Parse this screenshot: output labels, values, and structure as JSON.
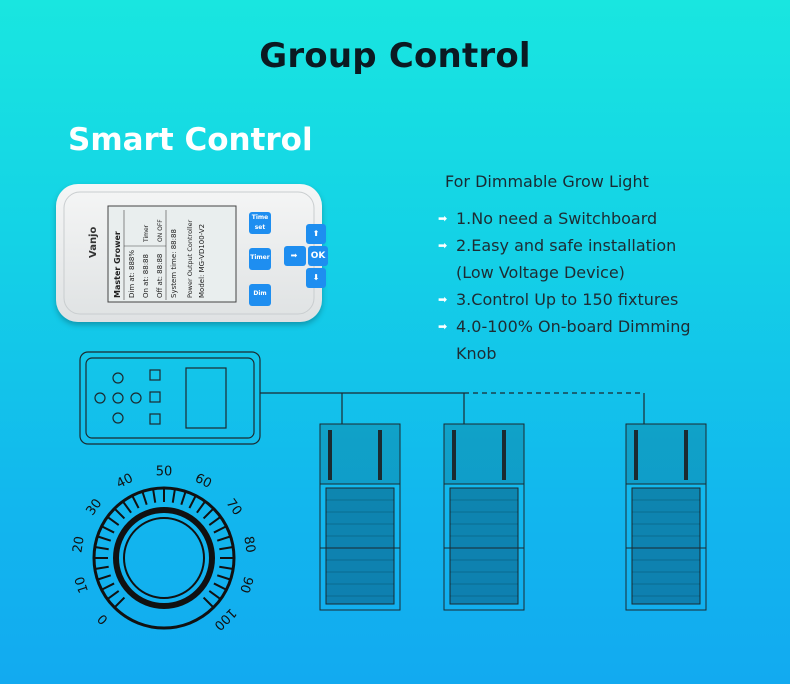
{
  "header": {
    "title": "Group Control"
  },
  "left": {
    "subtitle": "Smart Control"
  },
  "features": {
    "heading": "For Dimmable Grow Light",
    "items": [
      "1.No need a Switchboard",
      "2.Easy and safe installation",
      "(Low Voltage Device)",
      "3.Control Up to 150 fixtures",
      "4.0-100% On-board Dimming",
      "Knob"
    ]
  },
  "controller": {
    "brand": "Vanjo",
    "model_line1": "Master Grower",
    "dim_label": "Dim at: 888%",
    "on_label": "On at: 88:88",
    "off_label": "Off at: 88:88",
    "timer_label": "Timer",
    "onoff_label": "ON OFF",
    "system_time": "System time: 88:88",
    "product_name": "Power Output Controller",
    "model": "Model: MG-VD100-V2",
    "buttons": {
      "time_set": "Time set",
      "timer": "Timer",
      "dim": "Dim",
      "ok": "OK"
    }
  },
  "dial": {
    "ticks": [
      "0",
      "10",
      "20",
      "30",
      "40",
      "50",
      "60",
      "70",
      "80",
      "90",
      "100"
    ]
  },
  "colors": {
    "accent_blue": "#1e8ef0",
    "title": "#0b1a22",
    "subtitle": "#ffffff"
  }
}
